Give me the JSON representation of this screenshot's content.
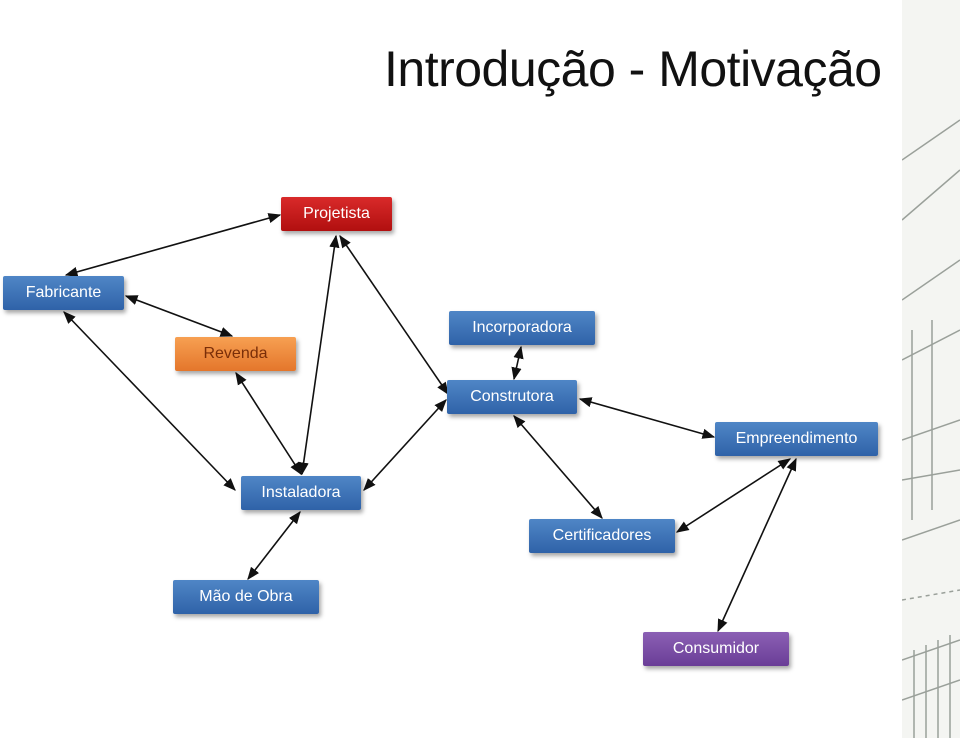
{
  "title": "Introdução - Motivação",
  "colors": {
    "blue": "#3a6fb5",
    "orange": "#ec8a3a",
    "red": "#c41a1a",
    "purple": "#7b4ea6",
    "arrow": "#111111"
  },
  "nodes": {
    "projetista": "Projetista",
    "fabricante": "Fabricante",
    "revenda": "Revenda",
    "incorporadora": "Incorporadora",
    "construtora": "Construtora",
    "empreendimento": "Empreendimento",
    "instaladora": "Instaladora",
    "certificadores": "Certificadores",
    "mao_de_obra": "Mão de Obra",
    "consumidor": "Consumidor"
  },
  "connections": [
    [
      "fabricante",
      "projetista"
    ],
    [
      "fabricante",
      "revenda"
    ],
    [
      "fabricante",
      "instaladora"
    ],
    [
      "revenda",
      "instaladora"
    ],
    [
      "projetista",
      "instaladora"
    ],
    [
      "projetista",
      "construtora"
    ],
    [
      "incorporadora",
      "construtora"
    ],
    [
      "construtora",
      "instaladora"
    ],
    [
      "construtora",
      "empreendimento"
    ],
    [
      "construtora",
      "certificadores"
    ],
    [
      "empreendimento",
      "certificadores"
    ],
    [
      "empreendimento",
      "consumidor"
    ],
    [
      "instaladora",
      "mao_de_obra"
    ]
  ]
}
